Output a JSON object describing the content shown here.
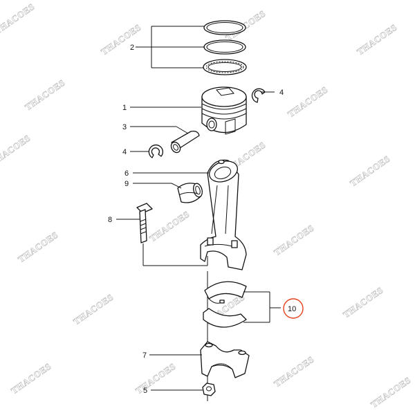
{
  "watermark": "THACOES",
  "callouts": {
    "ring_set": "2",
    "piston": "1",
    "piston_pin": "3",
    "circlip_right": "4",
    "circlip_left": "4",
    "connecting_rod": "6",
    "small_end_bushing": "9",
    "rod_bolt": "8",
    "bearing_shells": "10",
    "rod_cap": "7",
    "nut": "5"
  },
  "colors": {
    "line": "#111111",
    "highlight": "#e8401c",
    "watermark": "#c9c9c9"
  }
}
